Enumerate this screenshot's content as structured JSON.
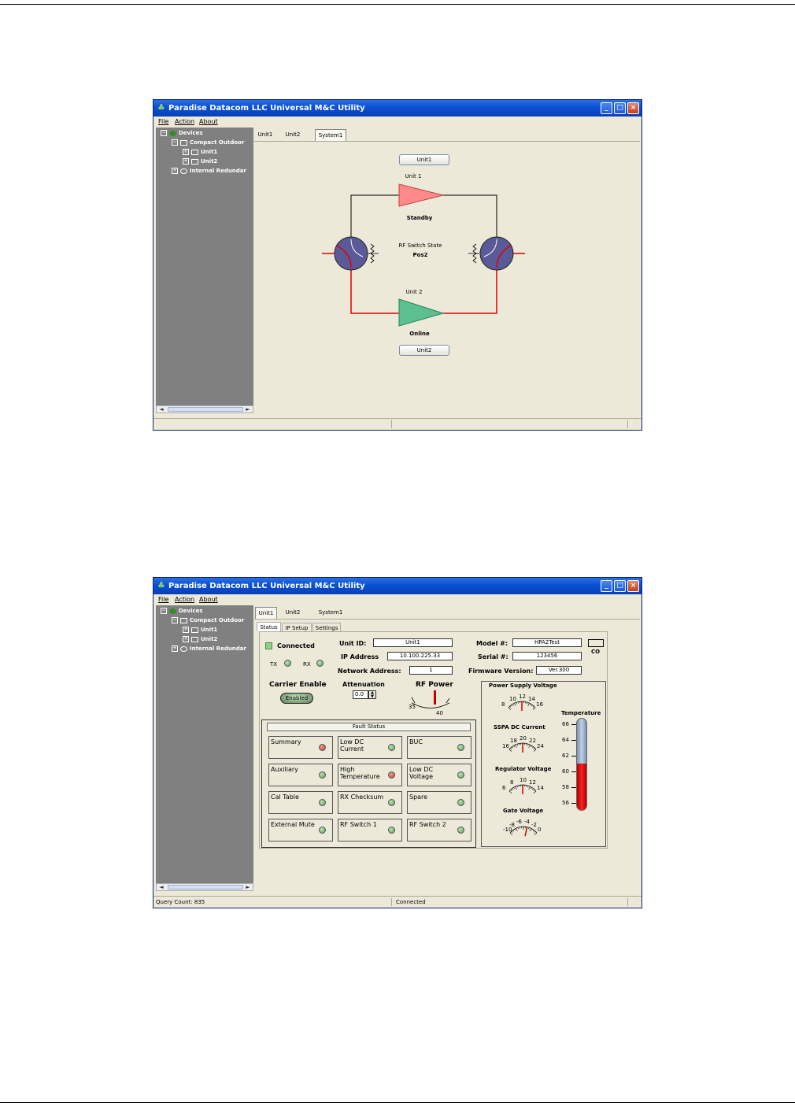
{
  "app": {
    "title": "Paradise Datacom LLC Universal M&C Utility",
    "menu": [
      "File",
      "Action",
      "About"
    ],
    "tree": {
      "root": "Devices",
      "group": "Compact Outdoor",
      "units": [
        "Unit1",
        "Unit2"
      ],
      "other": "Internal Redundar"
    },
    "tabs": [
      "Unit1",
      "Unit2",
      "System1"
    ]
  },
  "screen1": {
    "active_tab": "System1",
    "unit1_button": "Unit1",
    "unit2_button": "Unit2",
    "unit1_label": "Unit 1",
    "unit1_state": "Standby",
    "unit2_label": "Unit 2",
    "unit2_state": "Online",
    "rf_switch_label": "RF Switch State",
    "rf_switch_value": "Pos2",
    "colors": {
      "standby": "#ff8080",
      "online": "#4cae7c",
      "active_path": "#e00000"
    }
  },
  "screen2": {
    "active_tab": "Unit1",
    "subtabs": [
      "Status",
      "IP Setup",
      "Settings"
    ],
    "connected": "Connected",
    "tx": "TX",
    "rx": "RX",
    "unit_id_label": "Unit ID:",
    "unit_id": "Unit1",
    "ip_label": "IP Address",
    "ip": "10.100.225.33",
    "net_addr_label": "Network Address:",
    "net_addr": "1",
    "model_label": "Model #:",
    "model": "HPA2Test",
    "serial_label": "Serial #:",
    "serial": "123456",
    "firmware_label": "Firmware Version:",
    "firmware": "Ver.300",
    "co_label": "CO",
    "carrier_enable_label": "Carrier Enable",
    "carrier_enable_button": "Enabled",
    "attenuation_label": "Attenuation",
    "attenuation": "0.0",
    "rf_power_label": "RF Power",
    "rf_power_ticks": [
      "35",
      "40"
    ],
    "fault_title": "Fault Status",
    "faults": [
      {
        "label": "Summary",
        "state": "red"
      },
      {
        "label": "Low DC Current",
        "state": "green"
      },
      {
        "label": "BUC",
        "state": "green"
      },
      {
        "label": "Auxiliary",
        "state": "green"
      },
      {
        "label": "High Temperature",
        "state": "red"
      },
      {
        "label": "Low DC Voltage",
        "state": "green"
      },
      {
        "label": "Cal Table",
        "state": "green"
      },
      {
        "label": "RX Checksum",
        "state": "green"
      },
      {
        "label": "Spare",
        "state": "green"
      },
      {
        "label": "External Mute",
        "state": "green"
      },
      {
        "label": "RF Switch 1",
        "state": "green"
      },
      {
        "label": "RF Switch 2",
        "state": "green"
      }
    ],
    "gauges": {
      "psv": {
        "title": "Power Supply Voltage",
        "ticks": [
          "8",
          "10",
          "12",
          "14",
          "16"
        ]
      },
      "sspa": {
        "title": "SSPA DC Current",
        "ticks": [
          "16",
          "18",
          "20",
          "22",
          "24"
        ]
      },
      "reg": {
        "title": "Regulator Voltage",
        "ticks": [
          "6",
          "8",
          "10",
          "12",
          "14"
        ]
      },
      "gate": {
        "title": "Gate Voltage",
        "ticks": [
          "-10",
          "-8",
          "-6",
          "-4",
          "-2",
          "0"
        ]
      }
    },
    "temperature": {
      "title": "Temperature",
      "ticks": [
        "66",
        "64",
        "62",
        "60",
        "58",
        "56"
      ],
      "fill_fraction": 0.5
    },
    "status_query": "Query Count: 835",
    "status_conn": "Connected"
  }
}
